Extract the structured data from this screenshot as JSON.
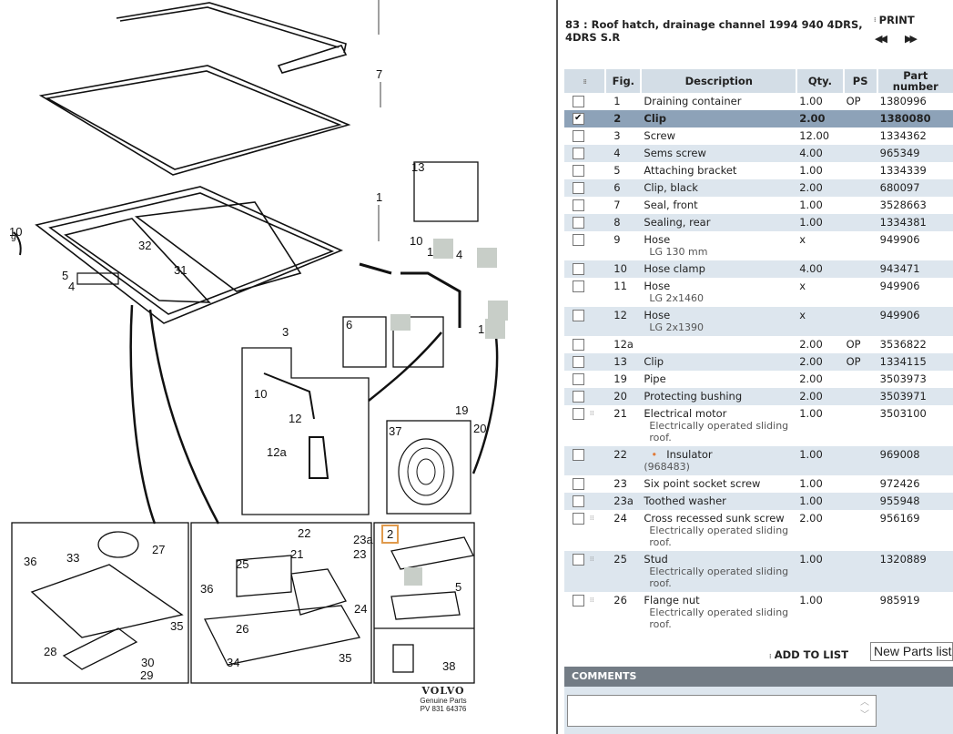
{
  "diagram": {
    "callouts": [
      "7",
      "13",
      "1",
      "10",
      "9",
      "32",
      "31",
      "5",
      "4",
      "10",
      "1",
      "4",
      "3",
      "6",
      "1",
      "10",
      "12",
      "12a",
      "19",
      "20",
      "37",
      "36",
      "33",
      "27",
      "28",
      "30",
      "29",
      "35",
      "22",
      "23a",
      "23",
      "25",
      "21",
      "36",
      "24",
      "26",
      "35",
      "34",
      "2",
      "5",
      "38"
    ],
    "selected_callout": "2",
    "brand_name": "VOLVO",
    "brand_tagline": "Genuine Parts",
    "brand_code": "PV 831 64376"
  },
  "header": {
    "title": "83 : Roof hatch, drainage channel 1994 940 4DRS, 4DRS S.R",
    "print_label": "PRINT",
    "prev_icon": "◀◀",
    "next_icon": "▶▶"
  },
  "table": {
    "columns": [
      "Fig.",
      "Description",
      "Qty.",
      "PS",
      "Part number"
    ],
    "rows": [
      {
        "fig": "1",
        "desc": "Draining container",
        "qty": "1.00",
        "ps": "OP",
        "pn": "1380996",
        "note": "",
        "checked": false
      },
      {
        "fig": "2",
        "desc": "Clip",
        "qty": "2.00",
        "ps": "",
        "pn": "1380080",
        "note": "",
        "checked": true
      },
      {
        "fig": "3",
        "desc": "Screw",
        "qty": "12.00",
        "ps": "",
        "pn": "1334362",
        "note": "",
        "checked": false
      },
      {
        "fig": "4",
        "desc": "Sems screw",
        "qty": "4.00",
        "ps": "",
        "pn": "965349",
        "note": "",
        "checked": false
      },
      {
        "fig": "5",
        "desc": "Attaching bracket",
        "qty": "1.00",
        "ps": "",
        "pn": "1334339",
        "note": "",
        "checked": false
      },
      {
        "fig": "6",
        "desc": "Clip, black",
        "qty": "2.00",
        "ps": "",
        "pn": "680097",
        "note": "",
        "checked": false
      },
      {
        "fig": "7",
        "desc": "Seal, front",
        "qty": "1.00",
        "ps": "",
        "pn": "3528663",
        "note": "",
        "checked": false
      },
      {
        "fig": "8",
        "desc": "Sealing, rear",
        "qty": "1.00",
        "ps": "",
        "pn": "1334381",
        "note": "",
        "checked": false
      },
      {
        "fig": "9",
        "desc": "Hose",
        "qty": "x",
        "ps": "",
        "pn": "949906",
        "note": "LG 130 mm",
        "checked": false
      },
      {
        "fig": "10",
        "desc": "Hose clamp",
        "qty": "4.00",
        "ps": "",
        "pn": "943471",
        "note": "",
        "checked": false
      },
      {
        "fig": "11",
        "desc": "Hose",
        "qty": "x",
        "ps": "",
        "pn": "949906",
        "note": "LG 2x1460",
        "checked": false
      },
      {
        "fig": "12",
        "desc": "Hose",
        "qty": "x",
        "ps": "",
        "pn": "949906",
        "note": "LG 2x1390",
        "checked": false
      },
      {
        "fig": "12a",
        "desc": "",
        "qty": "2.00",
        "ps": "OP",
        "pn": "3536822",
        "note": "",
        "checked": false
      },
      {
        "fig": "13",
        "desc": "Clip",
        "qty": "2.00",
        "ps": "OP",
        "pn": "1334115",
        "note": "",
        "checked": false
      },
      {
        "fig": "19",
        "desc": "Pipe",
        "qty": "2.00",
        "ps": "",
        "pn": "3503973",
        "note": "",
        "checked": false
      },
      {
        "fig": "20",
        "desc": "Protecting bushing",
        "qty": "2.00",
        "ps": "",
        "pn": "3503971",
        "note": "",
        "checked": false
      },
      {
        "fig": "21",
        "desc": "Electrical motor",
        "qty": "1.00",
        "ps": "",
        "pn": "3503100",
        "note": "Electrically operated sliding roof.",
        "checked": false,
        "dots": true
      },
      {
        "fig": "22",
        "desc": "Insulator",
        "qty": "1.00",
        "ps": "",
        "pn": "969008",
        "note": "(968483)",
        "checked": false,
        "bullet": true
      },
      {
        "fig": "23",
        "desc": "Six point socket screw",
        "qty": "1.00",
        "ps": "",
        "pn": "972426",
        "note": "",
        "checked": false
      },
      {
        "fig": "23a",
        "desc": "Toothed washer",
        "qty": "1.00",
        "ps": "",
        "pn": "955948",
        "note": "",
        "checked": false
      },
      {
        "fig": "24",
        "desc": "Cross recessed sunk screw",
        "qty": "2.00",
        "ps": "",
        "pn": "956169",
        "note": "Electrically operated sliding roof.",
        "checked": false,
        "dots": true
      },
      {
        "fig": "25",
        "desc": "Stud",
        "qty": "1.00",
        "ps": "",
        "pn": "1320889",
        "note": "Electrically operated sliding roof.",
        "checked": false,
        "dots": true
      },
      {
        "fig": "26",
        "desc": "Flange nut",
        "qty": "1.00",
        "ps": "",
        "pn": "985919",
        "note": "Electrically operated sliding roof.",
        "checked": false,
        "dots": true
      }
    ]
  },
  "footer": {
    "add_to_list_label": "ADD TO LIST",
    "parts_list_selected": "New Parts list",
    "comments_label": "COMMENTS",
    "comments_value": ""
  }
}
